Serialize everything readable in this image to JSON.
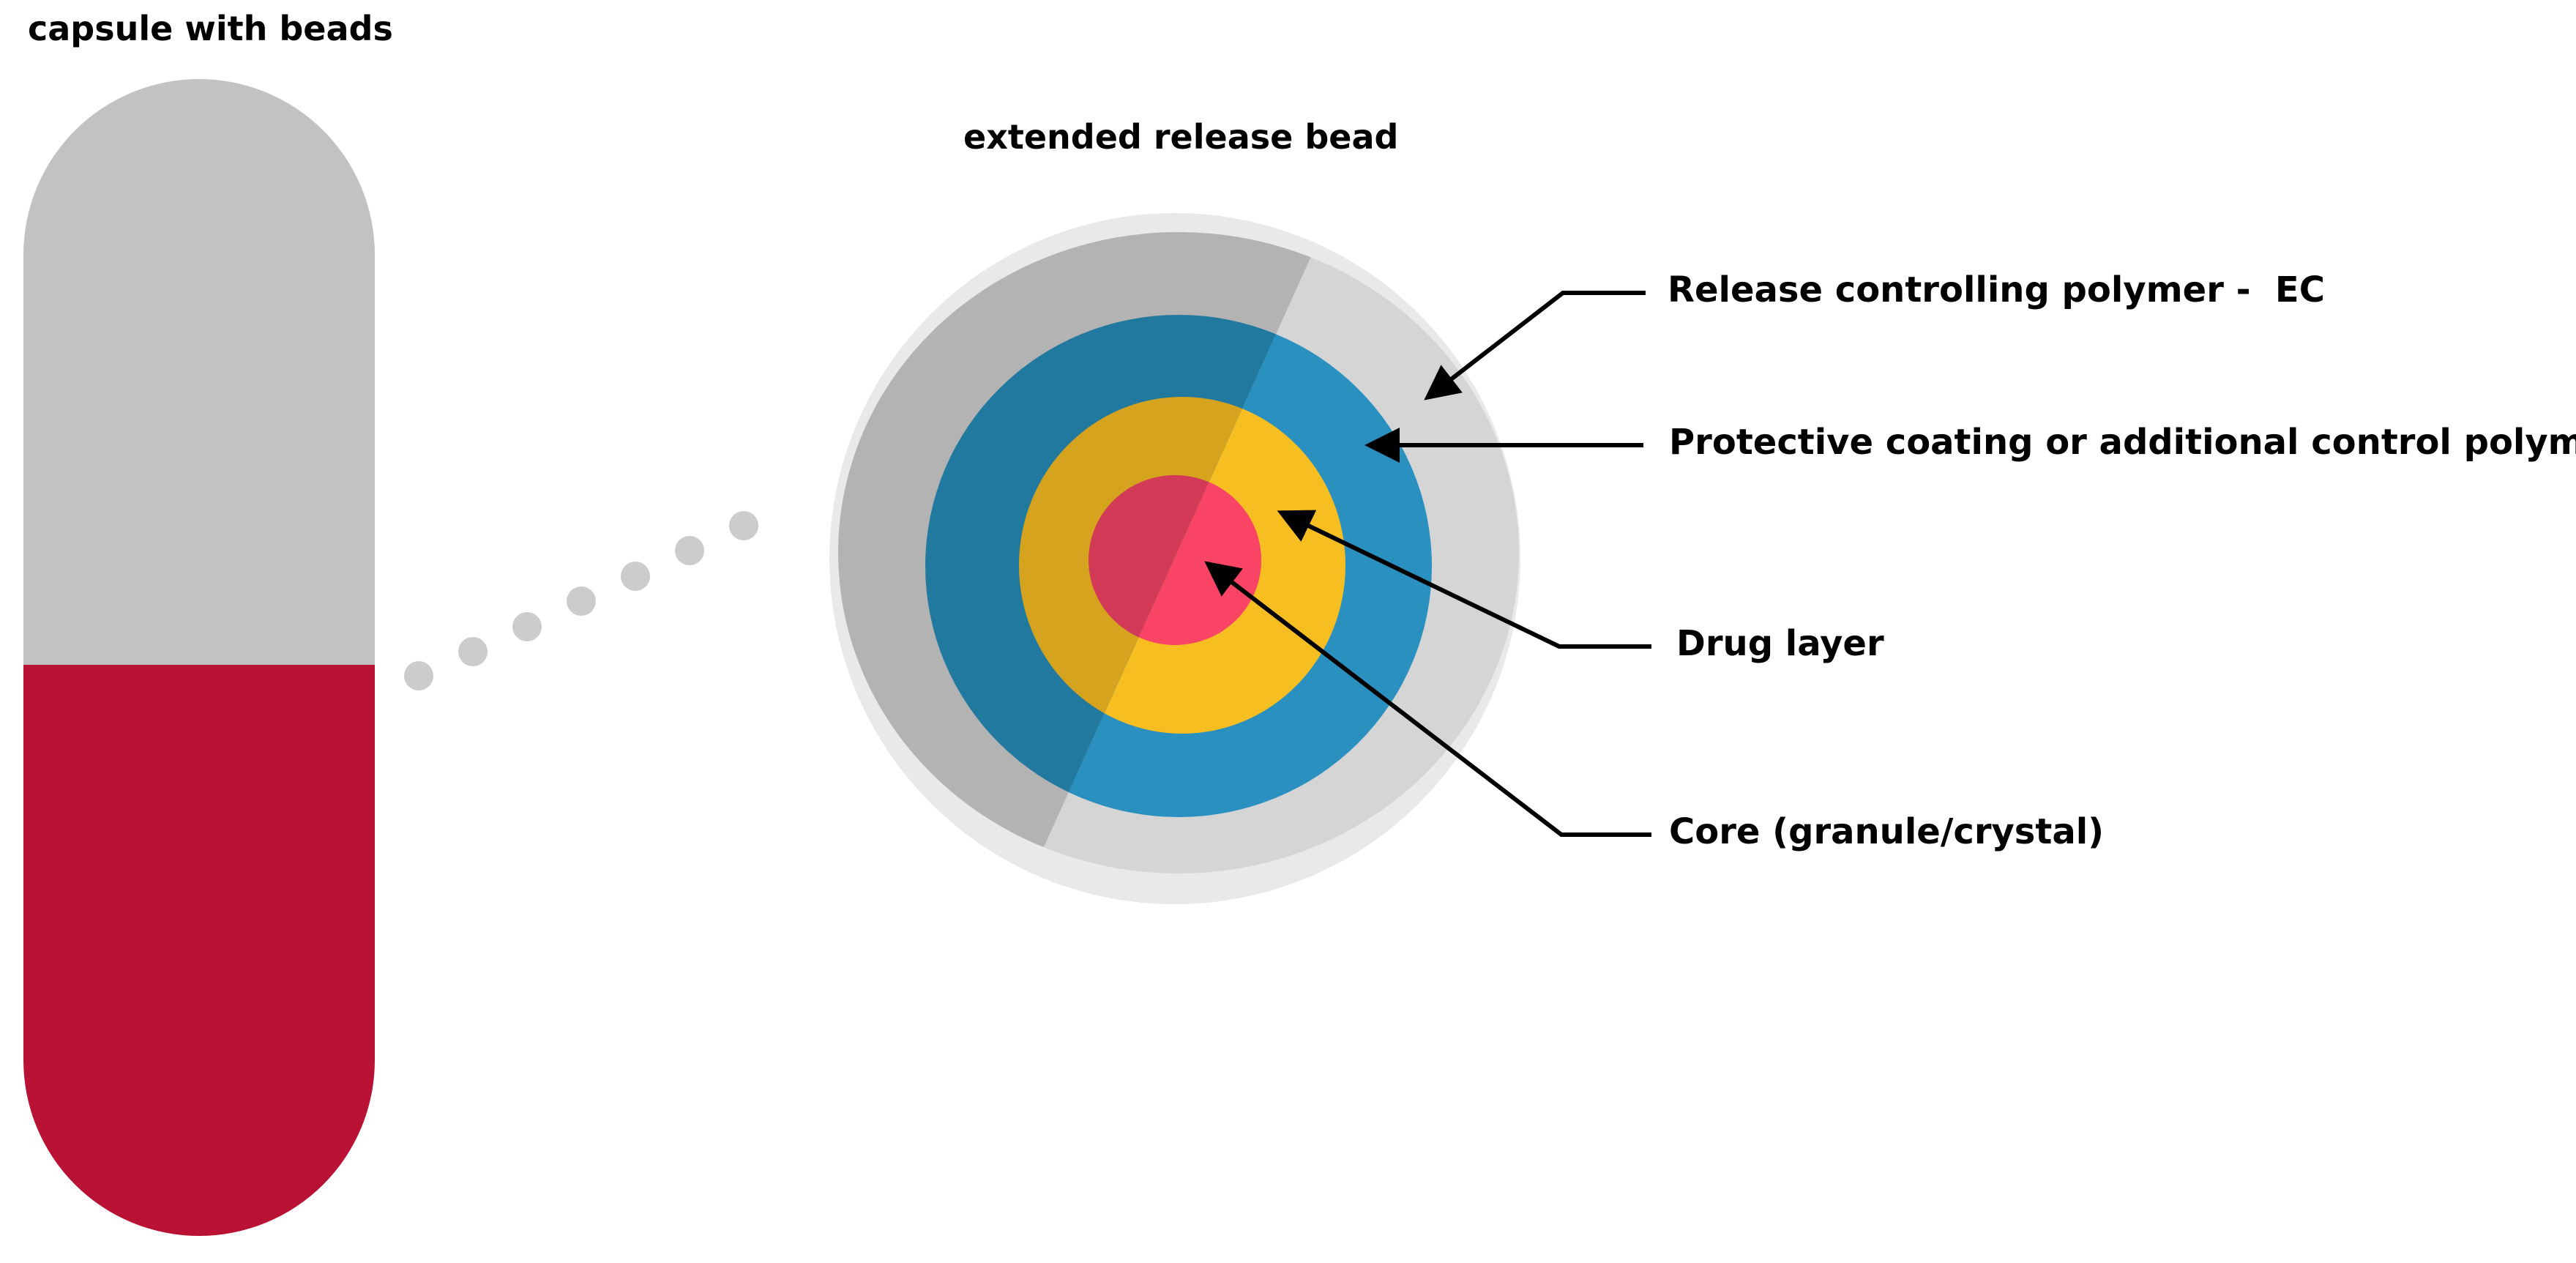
{
  "titles": {
    "capsule": "capsule with beads",
    "bead": "extended release bead"
  },
  "labels": {
    "outer_layer": "Release controlling polymer -  EC",
    "second_layer": "Protective coating or additional control polymer",
    "drug_layer": "Drug layer",
    "core": "Core (granule/crystal)"
  },
  "colors": {
    "capsule_top": "#c2c2c2",
    "capsule_bottom": "#ba1235",
    "dots": "#cccccc",
    "outer_layer": "#d5d5d5",
    "outer_layer_cut": "#b3b3b3",
    "bead_background": "#e9e9e9",
    "second_layer": "#2a90bf",
    "second_layer_cut": "#22799f",
    "drug_layer": "#f7be22",
    "drug_layer_cut": "#d5a31e",
    "core": "#fa4466",
    "core_cut": "#d33a57"
  }
}
